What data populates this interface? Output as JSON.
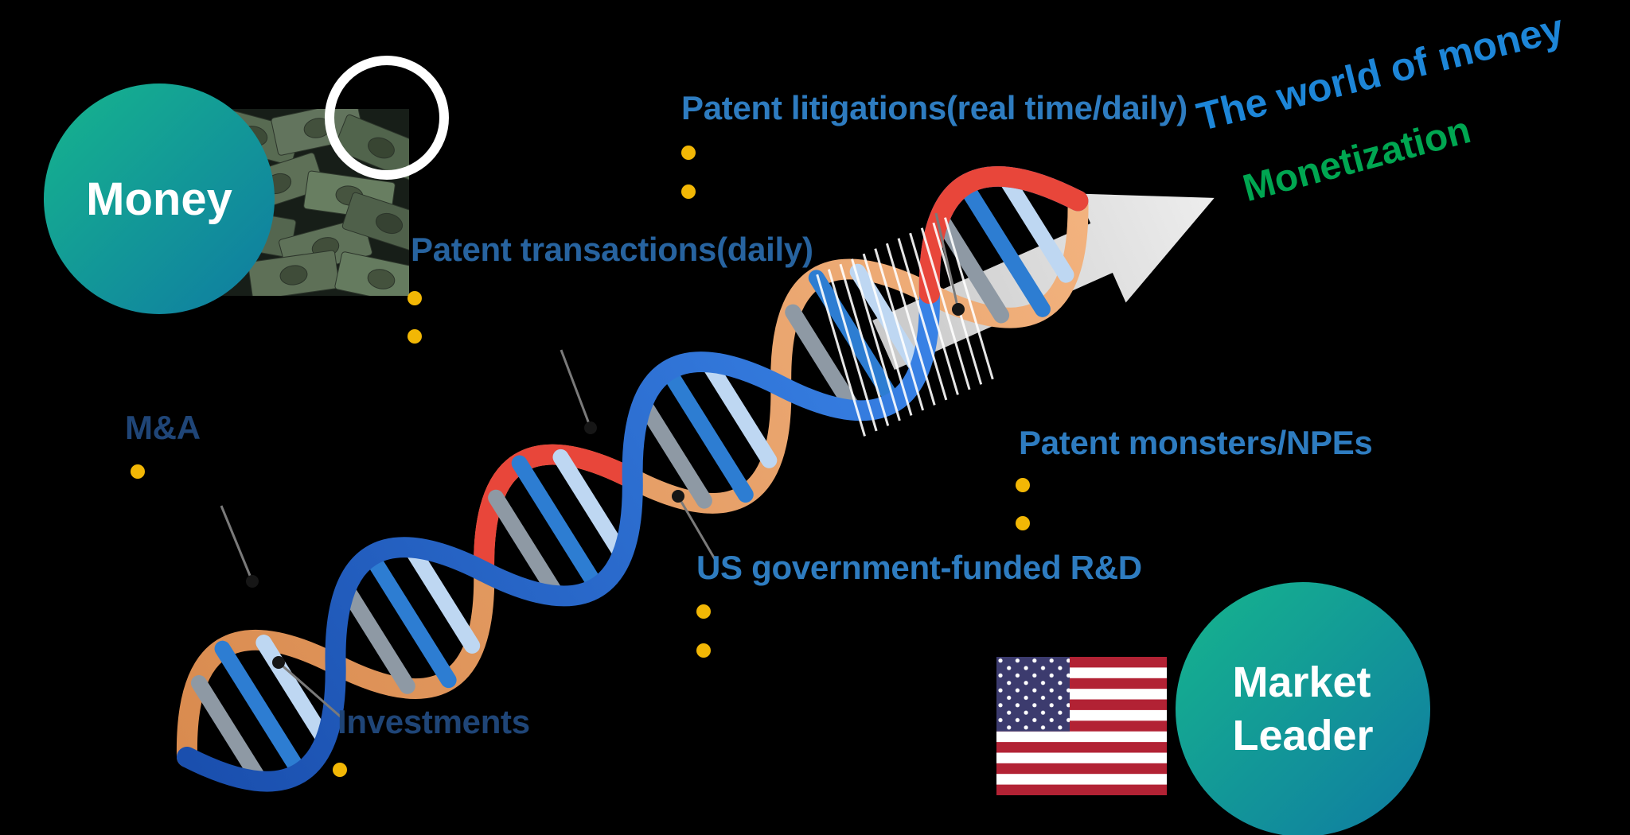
{
  "slide": {
    "background": "#000000",
    "money_node": {
      "label": "Money"
    },
    "market_node": {
      "label": "Market Leader",
      "line1": "Market",
      "line2": "Leader"
    },
    "headline": {
      "world_of_money": "The world of money",
      "monetization": "Monetization"
    },
    "labels": {
      "patent_litigations": "Patent litigations(real time/daily)",
      "patent_transactions": "Patent transactions(daily)",
      "ma": "M&A",
      "investments": "Investments",
      "us_gov_rd": "US government-funded R&D",
      "patent_monsters": "Patent monsters/NPEs"
    },
    "colors": {
      "label_blue": "#2e7cc0",
      "label_mid_blue": "#27639f",
      "label_navy": "#1f4577",
      "headline_blue": "#1d86d8",
      "headline_green": "#00a651",
      "bullet_gold": "#f2b705",
      "node_gradient_start": "#16b58d",
      "node_gradient_end": "#0f7ba2",
      "helix_blue": "#2d7dd2",
      "helix_orange": "#e59a5f",
      "helix_red": "#e8463a",
      "arrow_gray": "#d9d9d9",
      "flag_red": "#b22234",
      "flag_blue": "#3c3b6e"
    },
    "icons": {
      "bullet": "gold-dot",
      "us_flag": "us-flag",
      "dollar_bills": "dollar-bills-photo",
      "dna_helix": "dna-helix",
      "growth_arrow": "growth-arrow",
      "circle_annotation": "circle-outline"
    }
  }
}
